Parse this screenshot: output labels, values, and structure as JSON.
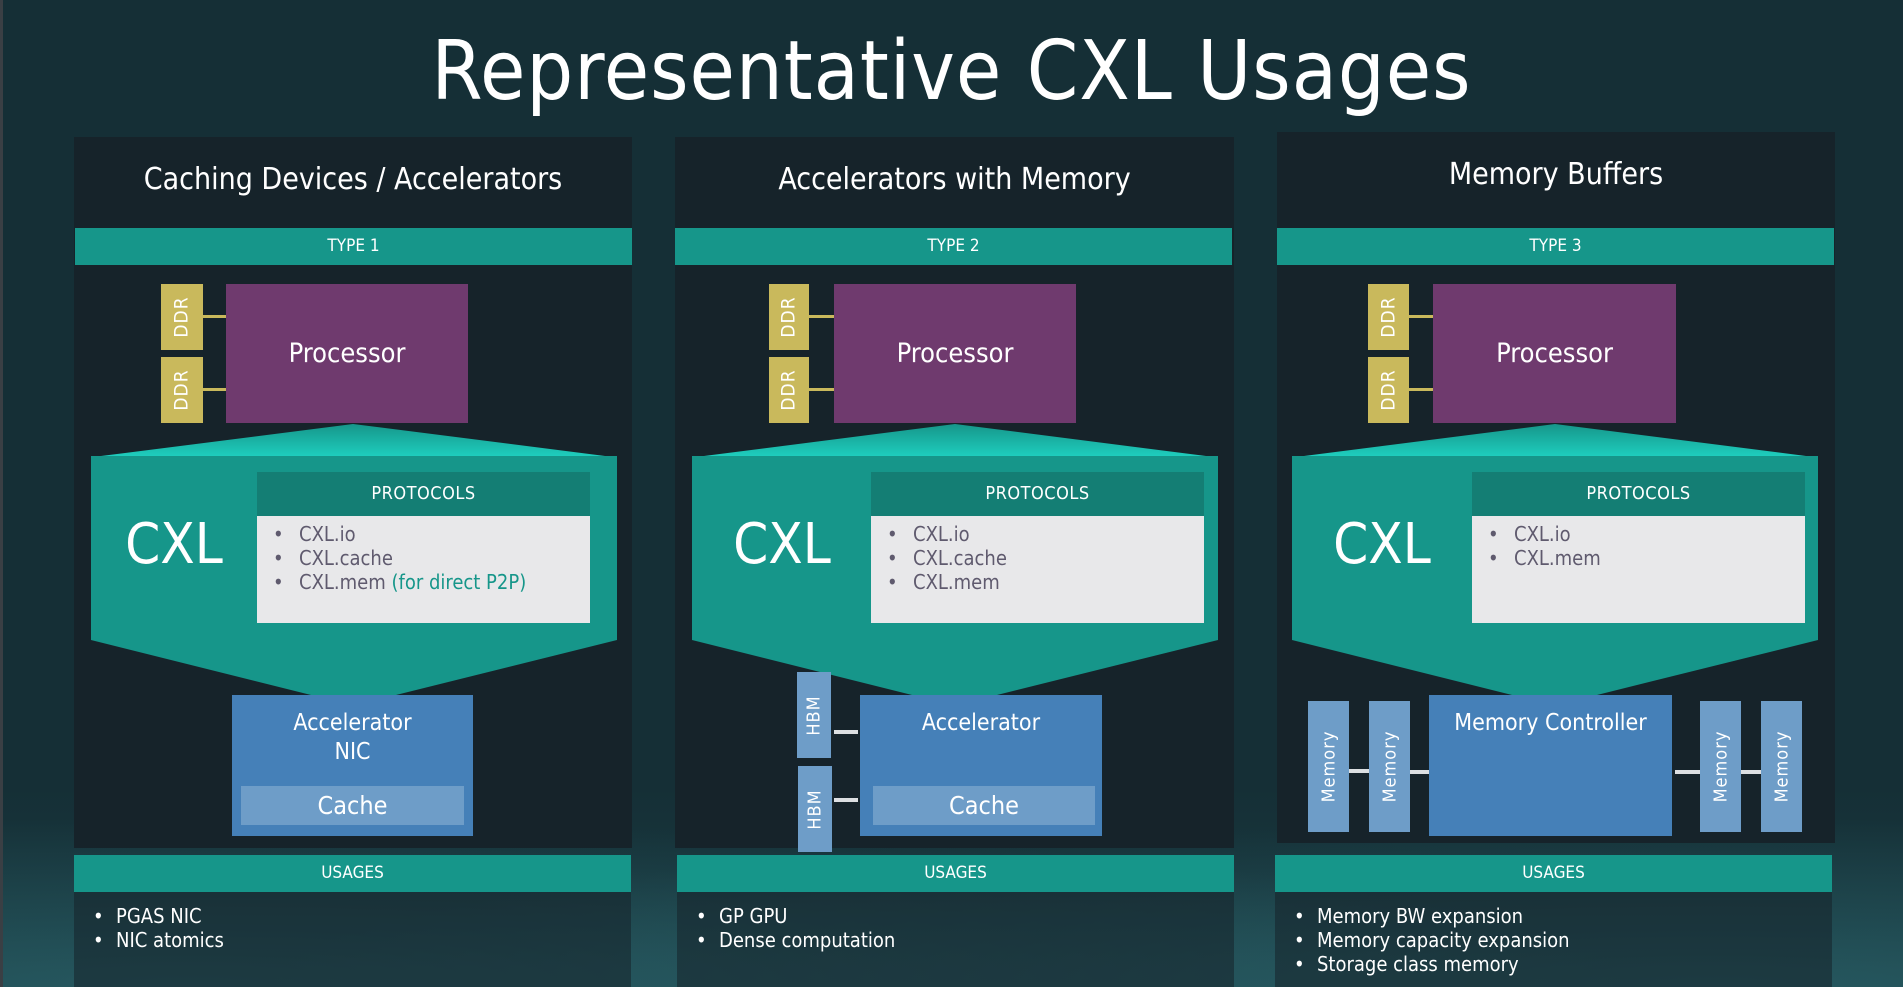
{
  "title": "Representative CXL Usages",
  "colors": {
    "background": "#152f36",
    "panel": "#16232a",
    "teal_bar": "#16968a",
    "protocols_header": "#147e74",
    "protocols_body": "#e8e8ea",
    "ddr": "#c9b95c",
    "processor": "#6f3a6e",
    "accelerator": "#4580b8",
    "cache_memory": "#6e9dc8"
  },
  "panels": [
    {
      "title": "Caching Devices / Accelerators",
      "type": "TYPE 1",
      "ddr": [
        "DDR",
        "DDR"
      ],
      "processor": "Processor",
      "cxl": "CXL",
      "protocols_label": "PROTOCOLS",
      "protocols": [
        {
          "name": "CXL.io",
          "note": ""
        },
        {
          "name": "CXL.cache",
          "note": ""
        },
        {
          "name": "CXL.mem",
          "note": "(for direct P2P)"
        }
      ],
      "device": {
        "title_line1": "Accelerator",
        "title_line2": "NIC",
        "cache": "Cache"
      },
      "usages_label": "USAGES",
      "usages": [
        "PGAS NIC",
        "NIC atomics"
      ]
    },
    {
      "title": "Accelerators with Memory",
      "type": "TYPE 2",
      "ddr": [
        "DDR",
        "DDR"
      ],
      "processor": "Processor",
      "cxl": "CXL",
      "protocols_label": "PROTOCOLS",
      "protocols": [
        {
          "name": "CXL.io",
          "note": ""
        },
        {
          "name": "CXL.cache",
          "note": ""
        },
        {
          "name": "CXL.mem",
          "note": ""
        }
      ],
      "hbm": [
        "HBM",
        "HBM"
      ],
      "device": {
        "title_line1": "Accelerator",
        "cache": "Cache"
      },
      "usages_label": "USAGES",
      "usages": [
        "GP GPU",
        "Dense computation"
      ]
    },
    {
      "title": "Memory Buffers",
      "type": "TYPE 3",
      "ddr": [
        "DDR",
        "DDR"
      ],
      "processor": "Processor",
      "cxl": "CXL",
      "protocols_label": "PROTOCOLS",
      "protocols": [
        {
          "name": "CXL.io",
          "note": ""
        },
        {
          "name": "CXL.mem",
          "note": ""
        }
      ],
      "memory": [
        "Memory",
        "Memory",
        "Memory",
        "Memory"
      ],
      "device": {
        "title_line1": "Memory Controller"
      },
      "usages_label": "USAGES",
      "usages": [
        "Memory BW expansion",
        "Memory capacity expansion",
        "Storage class memory"
      ]
    }
  ]
}
